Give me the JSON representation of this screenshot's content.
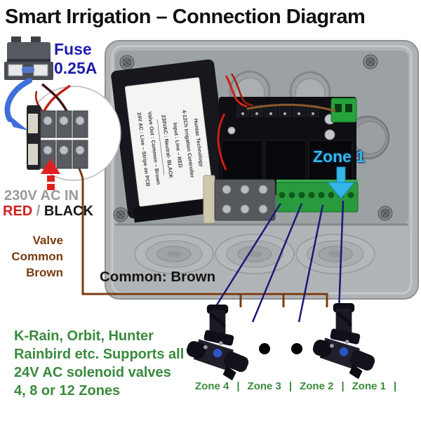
{
  "title": "Smart Irrigation – Connection Diagram",
  "fuse": {
    "line1": "Fuse",
    "line2": "0.25A"
  },
  "power_in": {
    "line1": "230V AC IN",
    "red": "RED",
    "divider": " / ",
    "black": "BLACK"
  },
  "valve_common": {
    "line1": "Valve",
    "line2": "Common",
    "line3": "Brown"
  },
  "common_bus": {
    "label": "Common: Brown"
  },
  "zone_callout": {
    "label": "Zone 1"
  },
  "transformer_label": {
    "line1": "Huntac Technology",
    "line2": "4-12Ch Irrigation Controller",
    "line3": "Input : Line – RED",
    "line4": "230VAC : Neutral- BLACK",
    "line5": "Valve Out : Common – Brown",
    "line6": "24V AC : Live – Stripe on PCB"
  },
  "supports": {
    "line1": "K-Rain, Orbit, Hunter",
    "line2": "Rainbird etc. Supports all",
    "line3": "24V AC solenoid valves",
    "line4": "4, 8 or 12 Zones"
  },
  "zones": {
    "z4": "Zone 4",
    "z3": "Zone 3",
    "z2": "Zone 2",
    "z1": "Zone 1",
    "divider": "|"
  },
  "colors": {
    "title": "#101010",
    "fuse": "#1c1cae",
    "power-gray": "#9a9a9a",
    "power-red": "#d02020",
    "power-black": "#151515",
    "brown": "#7a3c10",
    "cyan": "#35b6e8",
    "green": "#3a8a3c",
    "navy": "#1c1878",
    "box": "#b0b4b7"
  }
}
